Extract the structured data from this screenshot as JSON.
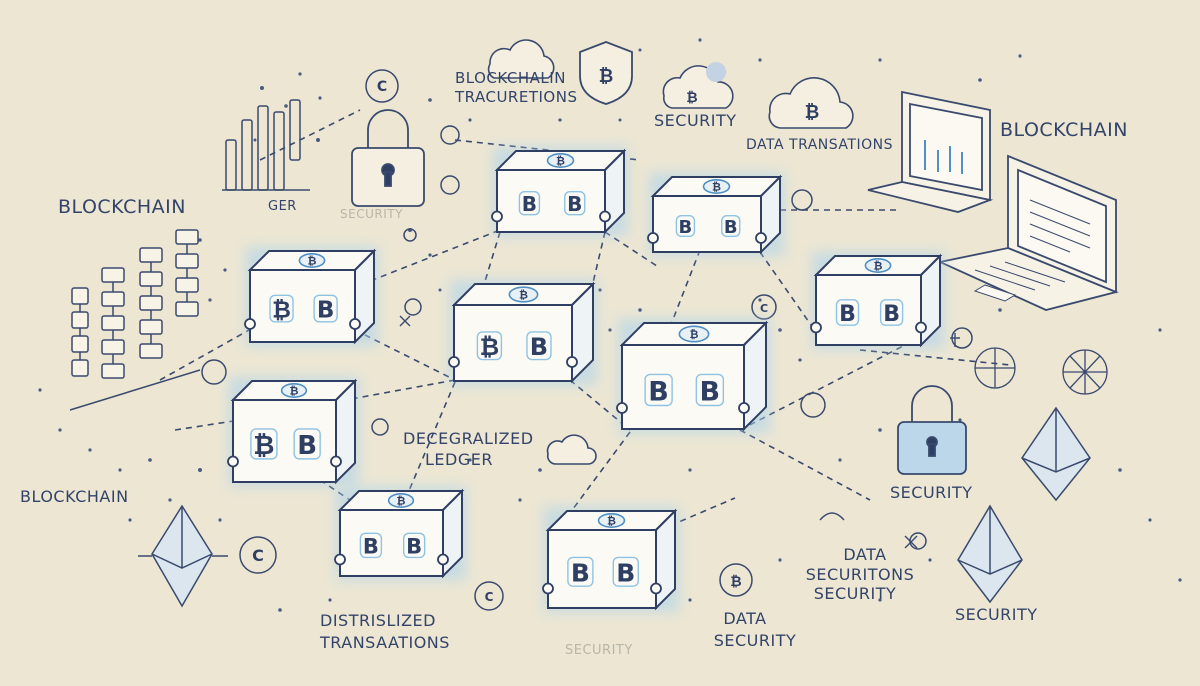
{
  "labels": {
    "blockchain_left": "BLOCKCHAIN",
    "blockchain_bottom_left": "BLOCKCHAIN",
    "blockchain_right": "BLOCKCHAIN",
    "ger": "GER",
    "top_title_1": "BLOCKCHALIN",
    "top_title_2": "TRACURETIONS",
    "security_top": "SECURITY",
    "data_transactions": "DATA TRANSATIONS",
    "decentralized_1": "DECEGRALIZED",
    "decentralized_2": "LEDGER",
    "security_right": "SECURITY",
    "security_far_right": "SECURITY",
    "data_secur_1": "DATA",
    "data_secur_2": "SECURITONS",
    "data_secur_3": "SECURITY",
    "data_security_1": "DATA",
    "data_security_2": "SECURITY",
    "distributed_1": "DISTRISLIZED",
    "distributed_2": "TRANSAATIONS",
    "faint_security_bottom": "SECURITY",
    "faint_security_top": "SECURITY"
  },
  "block_glyph": "B",
  "coin_glyph": "C",
  "currency_glyph": "₿",
  "colors": {
    "background": "#ece6d3",
    "ink": "#2f3f63",
    "accent": "#4f8fc3",
    "glow": "#a9d3ee"
  }
}
